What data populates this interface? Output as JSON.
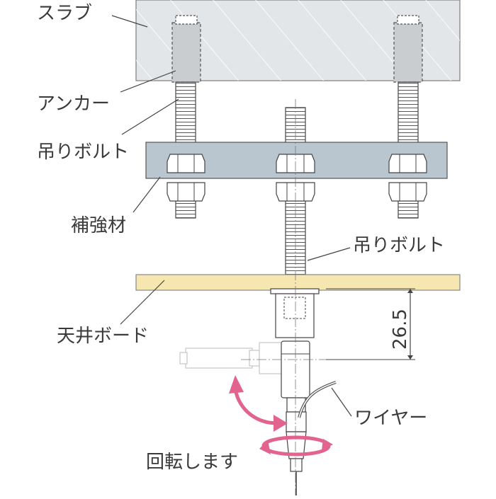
{
  "labels": {
    "slab": "スラブ",
    "anchor": "アンカー",
    "hanging_bolt_top": "吊りボルト",
    "reinforcement": "補強材",
    "hanging_bolt_mid": "吊りボルト",
    "ceiling_board": "天井ボード",
    "wire": "ワイヤー",
    "rotates": "回転します"
  },
  "dimension": {
    "value": "26.5"
  },
  "colors": {
    "slab": "#e3e6e9",
    "plate": "#b9c6cf",
    "board": "#f6e7b1",
    "bolt": "#ffffff",
    "line": "#3d3d3d",
    "arrow": "#e2638d"
  }
}
